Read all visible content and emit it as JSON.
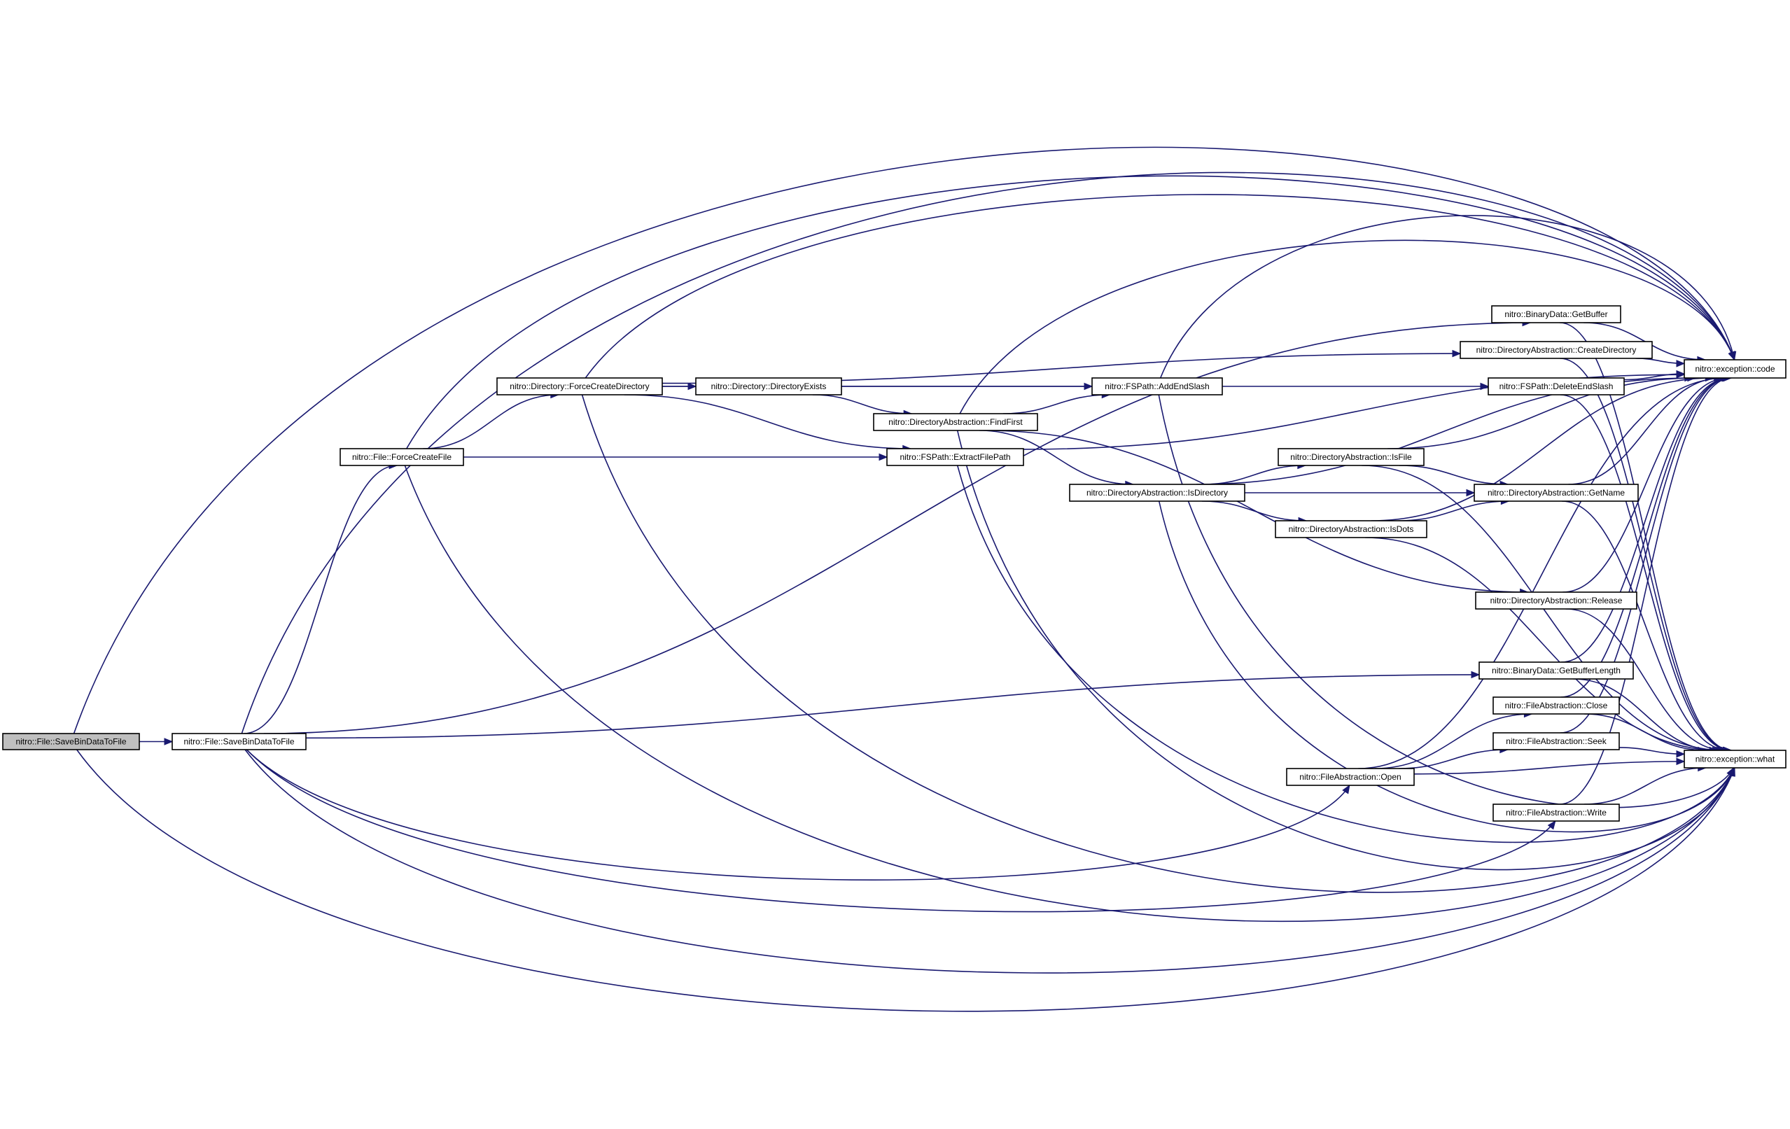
{
  "colors": {
    "edge": "#191970",
    "root_fill": "#bfbfbf",
    "node_fill": "#ffffff",
    "node_border": "#000000"
  },
  "nodes": [
    {
      "id": "root",
      "label": "nitro::File::SaveBinDataToFile"
    },
    {
      "id": "save",
      "label": "nitro::File::SaveBinDataToFile"
    },
    {
      "id": "fcf",
      "label": "nitro::File::ForceCreateFile"
    },
    {
      "id": "fcd",
      "label": "nitro::Directory::ForceCreateDirectory"
    },
    {
      "id": "dex",
      "label": "nitro::Directory::DirectoryExists"
    },
    {
      "id": "ff",
      "label": "nitro::DirectoryAbstraction::FindFirst"
    },
    {
      "id": "efp",
      "label": "nitro::FSPath::ExtractFilePath"
    },
    {
      "id": "aes",
      "label": "nitro::FSPath::AddEndSlash"
    },
    {
      "id": "isdir",
      "label": "nitro::DirectoryAbstraction::IsDirectory"
    },
    {
      "id": "isfile",
      "label": "nitro::DirectoryAbstraction::IsFile"
    },
    {
      "id": "isdots",
      "label": "nitro::DirectoryAbstraction::IsDots"
    },
    {
      "id": "gb",
      "label": "nitro::BinaryData::GetBuffer"
    },
    {
      "id": "cd",
      "label": "nitro::DirectoryAbstraction::CreateDirectory"
    },
    {
      "id": "des",
      "label": "nitro::FSPath::DeleteEndSlash"
    },
    {
      "id": "gn",
      "label": "nitro::DirectoryAbstraction::GetName"
    },
    {
      "id": "rel",
      "label": "nitro::DirectoryAbstraction::Release"
    },
    {
      "id": "gbl",
      "label": "nitro::BinaryData::GetBufferLength"
    },
    {
      "id": "close",
      "label": "nitro::FileAbstraction::Close"
    },
    {
      "id": "seek",
      "label": "nitro::FileAbstraction::Seek"
    },
    {
      "id": "open",
      "label": "nitro::FileAbstraction::Open"
    },
    {
      "id": "write",
      "label": "nitro::FileAbstraction::Write"
    },
    {
      "id": "code",
      "label": "nitro::exception::code"
    },
    {
      "id": "what",
      "label": "nitro::exception::what"
    }
  ],
  "edges": [
    [
      "root",
      "save"
    ],
    [
      "root",
      "code"
    ],
    [
      "root",
      "what"
    ],
    [
      "save",
      "fcf"
    ],
    [
      "save",
      "code"
    ],
    [
      "save",
      "what"
    ],
    [
      "save",
      "gb"
    ],
    [
      "save",
      "gbl"
    ],
    [
      "save",
      "open"
    ],
    [
      "save",
      "write"
    ],
    [
      "fcf",
      "fcd"
    ],
    [
      "fcf",
      "efp"
    ],
    [
      "fcf",
      "code"
    ],
    [
      "fcf",
      "what"
    ],
    [
      "fcd",
      "dex"
    ],
    [
      "fcd",
      "efp"
    ],
    [
      "fcd",
      "cd"
    ],
    [
      "fcd",
      "des"
    ],
    [
      "fcd",
      "code"
    ],
    [
      "fcd",
      "what"
    ],
    [
      "dex",
      "aes"
    ],
    [
      "dex",
      "ff"
    ],
    [
      "ff",
      "aes"
    ],
    [
      "ff",
      "isdir"
    ],
    [
      "ff",
      "rel"
    ],
    [
      "ff",
      "code"
    ],
    [
      "ff",
      "what"
    ],
    [
      "efp",
      "code"
    ],
    [
      "efp",
      "what"
    ],
    [
      "aes",
      "code"
    ],
    [
      "aes",
      "what"
    ],
    [
      "isdir",
      "isfile"
    ],
    [
      "isdir",
      "gn"
    ],
    [
      "isdir",
      "isdots"
    ],
    [
      "isdir",
      "code"
    ],
    [
      "isdir",
      "what"
    ],
    [
      "isfile",
      "gn"
    ],
    [
      "isfile",
      "code"
    ],
    [
      "isfile",
      "what"
    ],
    [
      "isdots",
      "gn"
    ],
    [
      "isdots",
      "code"
    ],
    [
      "isdots",
      "what"
    ],
    [
      "gb",
      "code"
    ],
    [
      "gb",
      "what"
    ],
    [
      "cd",
      "code"
    ],
    [
      "cd",
      "what"
    ],
    [
      "des",
      "code"
    ],
    [
      "des",
      "what"
    ],
    [
      "gn",
      "code"
    ],
    [
      "gn",
      "what"
    ],
    [
      "rel",
      "code"
    ],
    [
      "rel",
      "what"
    ],
    [
      "gbl",
      "code"
    ],
    [
      "gbl",
      "what"
    ],
    [
      "close",
      "code"
    ],
    [
      "close",
      "what"
    ],
    [
      "seek",
      "code"
    ],
    [
      "seek",
      "what"
    ],
    [
      "open",
      "close"
    ],
    [
      "open",
      "seek"
    ],
    [
      "open",
      "code"
    ],
    [
      "open",
      "what"
    ],
    [
      "write",
      "code"
    ],
    [
      "write",
      "what"
    ]
  ]
}
